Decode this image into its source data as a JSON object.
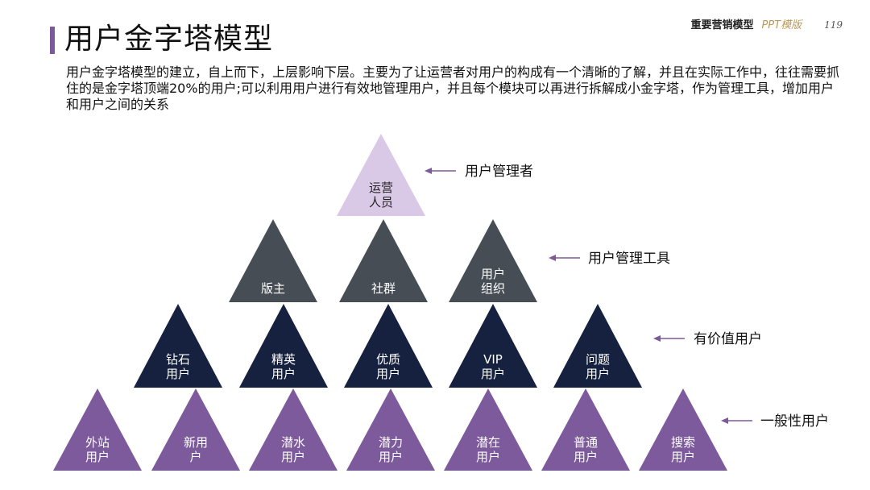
{
  "header": {
    "category": "重要营销模型",
    "template": "PPT模版",
    "page_number": "119"
  },
  "title": "用户金字塔模型",
  "description": "用户金字塔模型的建立，自上而下，上层影响下层。主要为了让运营者对用户的构成有一个清晰的了解，并且在实际工作中，往往需要抓住的是金字塔顶端20%的用户;可以利用用户进行有效地管理用户，并且每个模块可以再进行拆解成小金字塔，作为管理工具，增加用户和用户之间的关系",
  "colors": {
    "accent": "#7b5a9b",
    "tier1": "#d9c8e6",
    "tier2": "#474d55",
    "tier3": "#16213f",
    "tier4": "#7d5a9c",
    "arrow": "#7b5a9b"
  },
  "tiers": [
    {
      "label": "用户管理者",
      "items": [
        [
          "运营",
          "人员"
        ]
      ]
    },
    {
      "label": "用户管理工具",
      "items": [
        [
          "版主"
        ],
        [
          "社群"
        ],
        [
          "用户",
          "组织"
        ]
      ]
    },
    {
      "label": "有价值用户",
      "items": [
        [
          "钻石",
          "用户"
        ],
        [
          "精英",
          "用户"
        ],
        [
          "优质",
          "用户"
        ],
        [
          "VIP",
          "用户"
        ],
        [
          "问题",
          "用户"
        ]
      ]
    },
    {
      "label": "一般性用户",
      "items": [
        [
          "外站",
          "用户"
        ],
        [
          "新用",
          "户"
        ],
        [
          "潜水",
          "用户"
        ],
        [
          "潜力",
          "用户"
        ],
        [
          "潜在",
          "用户"
        ],
        [
          "普通",
          "用户"
        ],
        [
          "搜索",
          "用户"
        ]
      ]
    }
  ]
}
